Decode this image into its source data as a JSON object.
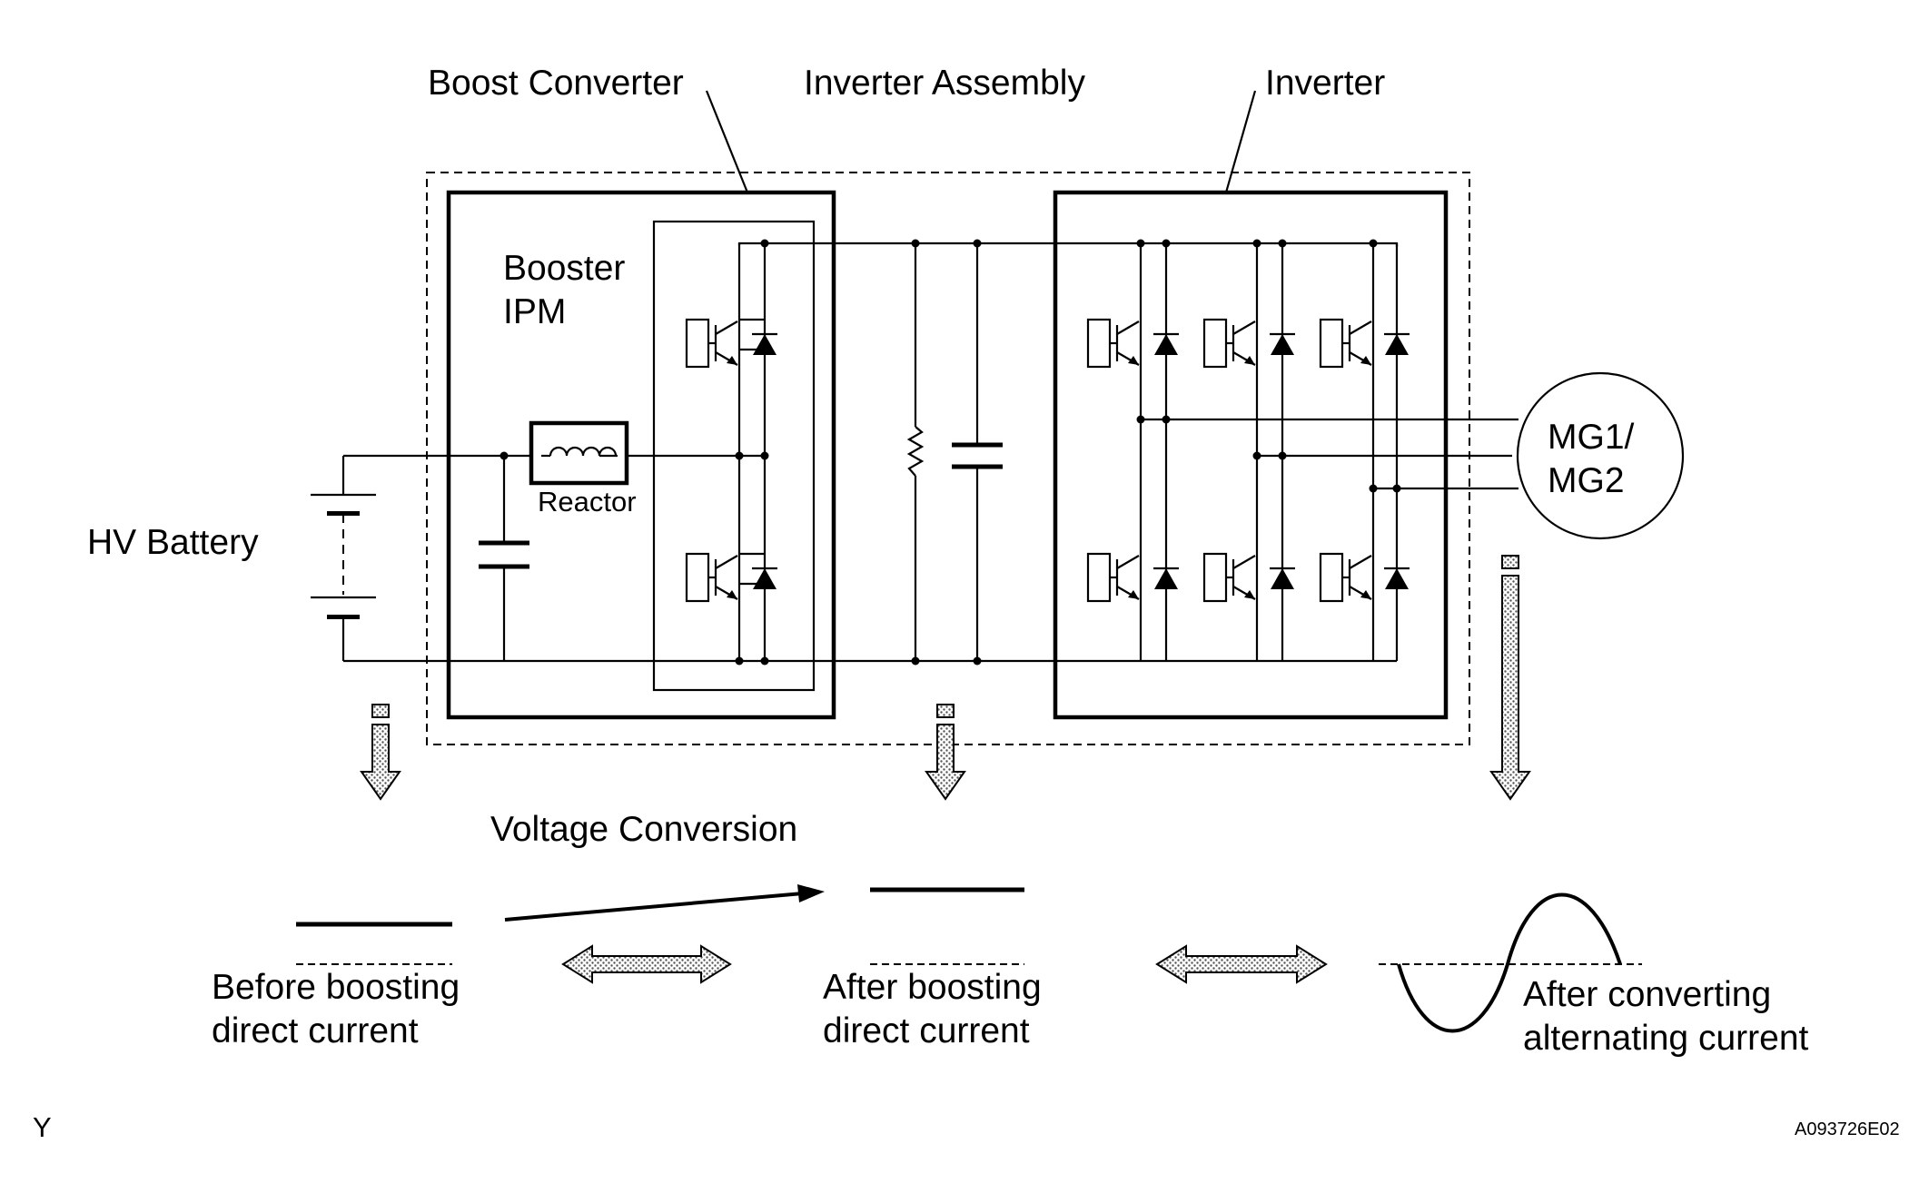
{
  "labels": {
    "boost_converter": "Boost Converter",
    "inverter_assembly": "Inverter Assembly",
    "inverter": "Inverter",
    "booster_ipm_line1": "Booster",
    "booster_ipm_line2": "IPM",
    "reactor": "Reactor",
    "hv_battery": "HV Battery",
    "motor_line1": "MG1/",
    "motor_line2": "MG2",
    "voltage_conversion": "Voltage Conversion",
    "before_line1": "Before boosting",
    "before_line2": "direct current",
    "after_line1": "After boosting",
    "after_line2": "direct current",
    "converting_line1": "After converting",
    "converting_line2": "alternating current",
    "corner_mark": "Y",
    "figure_code": "A093726E02"
  }
}
